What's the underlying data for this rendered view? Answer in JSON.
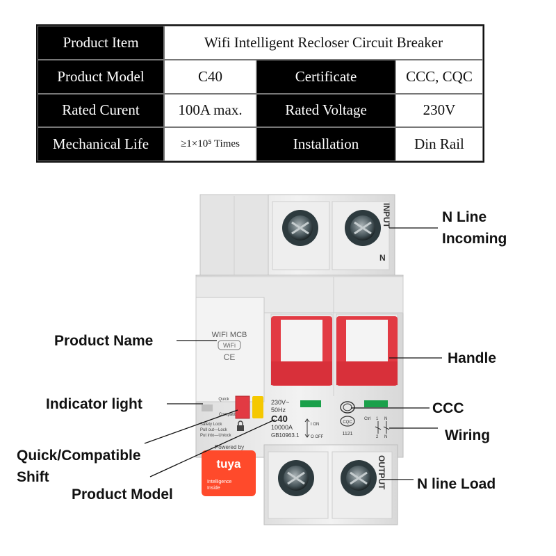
{
  "spec_table": {
    "rows": [
      [
        {
          "text": "Product Item",
          "role": "head"
        },
        {
          "text": "Wifi Intelligent Recloser Circuit Breaker",
          "role": "value"
        }
      ],
      [
        {
          "text": "Product Model",
          "role": "head"
        },
        {
          "text": "C40",
          "role": "value"
        },
        {
          "text": "Certificate",
          "role": "head"
        },
        {
          "text": "CCC, CQC",
          "role": "value"
        }
      ],
      [
        {
          "text": "Rated Curent",
          "role": "head"
        },
        {
          "text": "100A max.",
          "role": "value"
        },
        {
          "text": "Rated Voltage",
          "role": "head"
        },
        {
          "text": "230V",
          "role": "value"
        }
      ],
      [
        {
          "text": "Mechanical Life",
          "role": "head"
        },
        {
          "text": "≥1×10⁵ Times",
          "role": "value"
        },
        {
          "text": "Installation",
          "role": "head"
        },
        {
          "text": "Din Rail",
          "role": "value"
        }
      ]
    ]
  },
  "device": {
    "top_terminal_label": "INPUT",
    "top_n_label": "N",
    "bottom_terminal_label": "OUTPUT",
    "module_title": "WIFI MCB",
    "wifi_badge": "WiFi",
    "ce_mark": "CE",
    "quick_label": "Quick",
    "compatible_label": "Compatible",
    "lock_lines": [
      "Safety Lock",
      "Pull out—Lock",
      "Put into—Unlock"
    ],
    "powered_by": "Powered by",
    "brand": "tuya",
    "brand_tagline": "Intelligence Inside",
    "rating_lines": [
      "230V~",
      "50Hz",
      "C40",
      "10000A",
      "GB10963.1"
    ],
    "on_label": "I ON",
    "off_label": "O OFF",
    "cert_code": "1121",
    "wiring_labels": [
      "Ctrl",
      "1",
      "N",
      "2",
      "N"
    ],
    "colors": {
      "body": "#ececec",
      "handle": "#e23a43",
      "indicator": "#f5c800",
      "tuya": "#ff4a2b",
      "status_green": "#1aa04a"
    }
  },
  "callouts": [
    {
      "id": "n-line-incoming",
      "lines": [
        "N Line",
        "Incoming"
      ]
    },
    {
      "id": "product-name",
      "lines": [
        "Product Name"
      ]
    },
    {
      "id": "handle",
      "lines": [
        "Handle"
      ]
    },
    {
      "id": "indicator-light",
      "lines": [
        "Indicator light"
      ]
    },
    {
      "id": "ccc",
      "lines": [
        "CCC"
      ]
    },
    {
      "id": "wiring",
      "lines": [
        "Wiring"
      ]
    },
    {
      "id": "quick-compatible-shift",
      "lines": [
        "Quick/Compatible",
        "Shift"
      ]
    },
    {
      "id": "n-line-load",
      "lines": [
        "N line Load"
      ]
    },
    {
      "id": "product-model",
      "lines": [
        "Product Model"
      ]
    }
  ]
}
